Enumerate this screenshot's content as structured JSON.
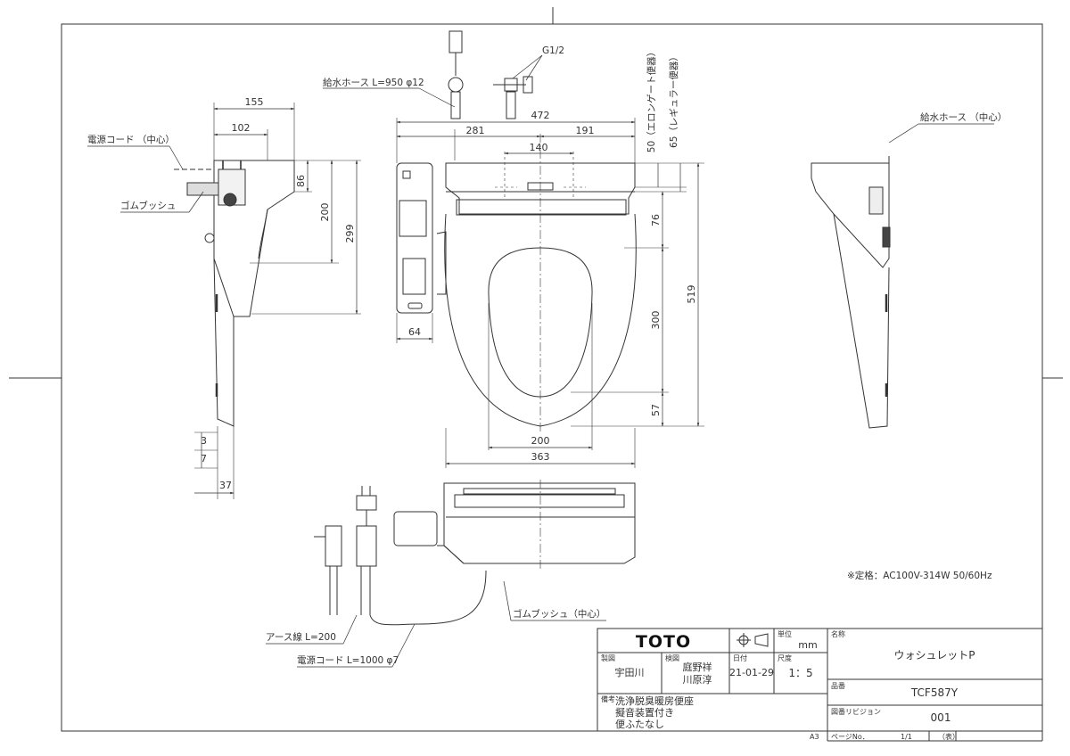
{
  "dimensions": {
    "side_left": {
      "d155": "155",
      "d102": "102",
      "d86": "86",
      "d200": "200",
      "d299": "299",
      "d3": "3",
      "d7": "7",
      "d37": "37"
    },
    "top_view": {
      "d472": "472",
      "d281": "281",
      "d191": "191",
      "d140": "140",
      "d50": "50（エロンゲート便器）",
      "d65": "65（レギュラー便器）",
      "d76": "76",
      "d519": "519",
      "d300": "300",
      "d57": "57",
      "d200": "200",
      "d363": "363",
      "d64": "64"
    }
  },
  "labels": {
    "water_hose": "給水ホース L=950 φ12",
    "g12": "G1/2",
    "power_cord_center": "電源コード （中心）",
    "rubber_bush": "ゴムブッシュ",
    "water_hose_center": "給水ホース （中心）",
    "rubber_bush_center": "ゴムブッシュ（中心）",
    "earth_wire": "アース線 L=200",
    "power_cord": "電源コード L=1000 φ7",
    "rating": "※定格：AC100V-314W 50/60Hz"
  },
  "title_block": {
    "logo": "TOTO",
    "unit_label": "単位",
    "unit_value": "mm",
    "name_label": "名称",
    "name_value": "ウォシュレットP",
    "manufacture_label": "製図",
    "manufacture_value": "宇田川",
    "inspect_label": "検図",
    "inspect_value_1": "庭野祥",
    "inspect_value_2": "川原淳",
    "date_label": "日付",
    "date_value": "21-01-29",
    "scale_label": "尺度",
    "scale_value": "1：5",
    "model_label": "品番",
    "model_value": "TCF587Y",
    "notes_label": "備考",
    "note_1": "洗浄脱臭暖房便座",
    "note_2": "擬音装置付き",
    "note_3": "便ふたなし",
    "revision_label": "図番リビジョン",
    "revision_value": "001",
    "paper_size": "A3",
    "page_label": "ページNo．",
    "page_value": "1/1",
    "page_suffix": "（表）"
  }
}
